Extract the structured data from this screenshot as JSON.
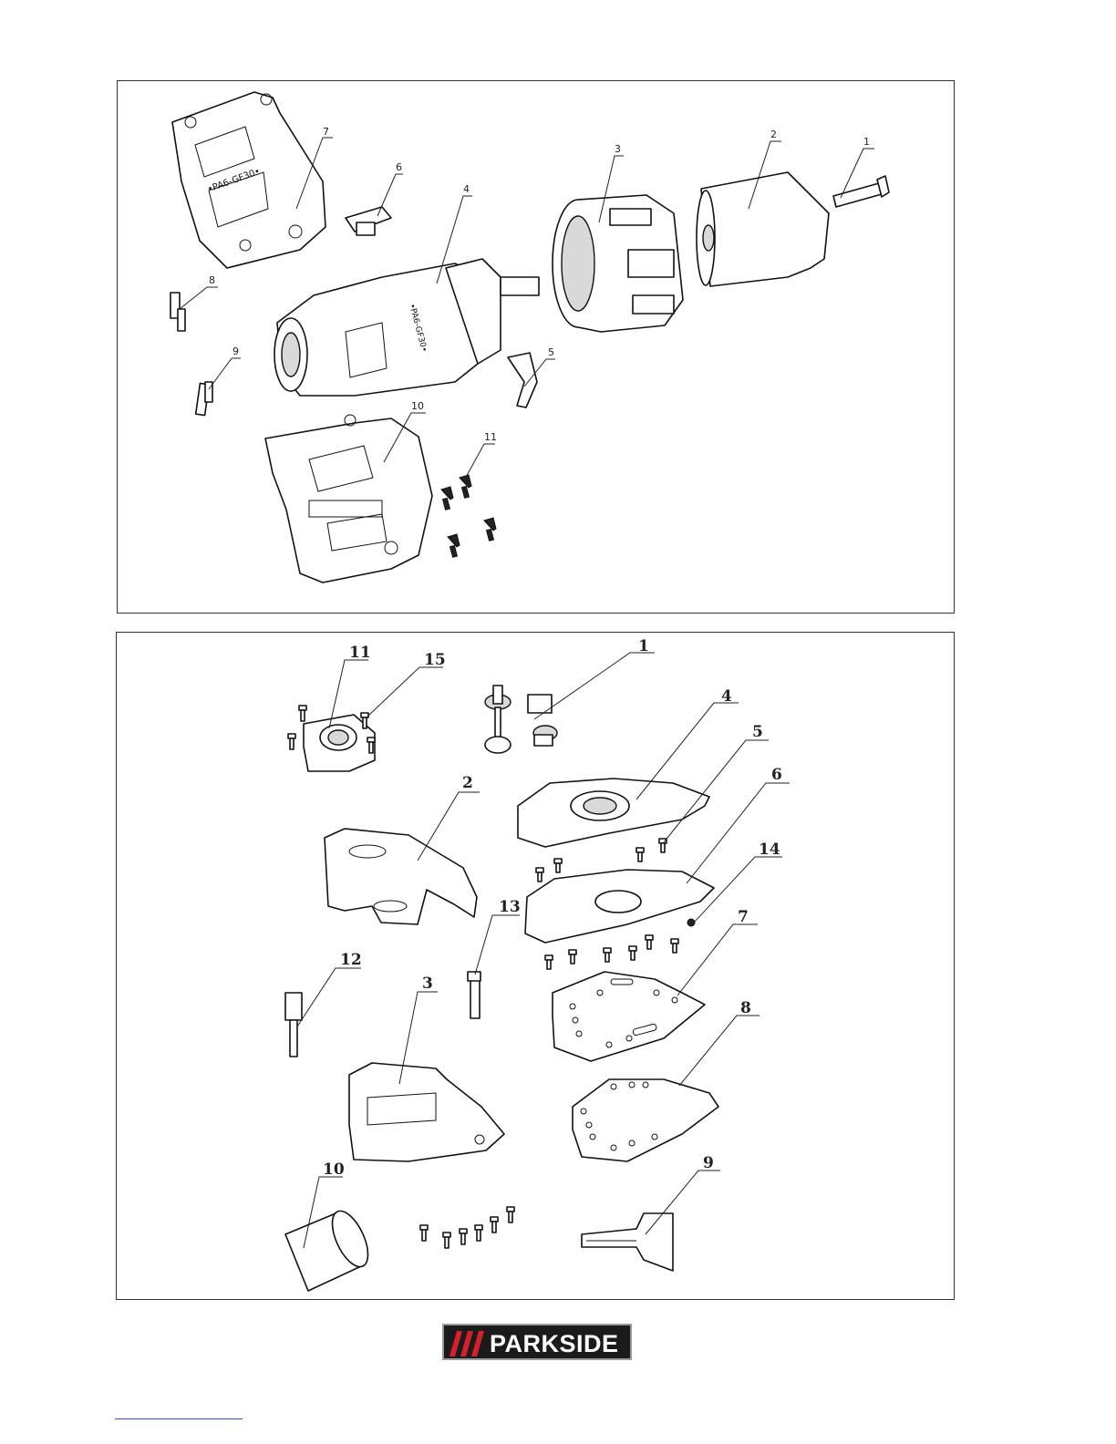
{
  "top_diagram": {
    "callouts": [
      "1",
      "2",
      "3",
      "4",
      "5",
      "6",
      "7",
      "8",
      "9",
      "10",
      "11"
    ]
  },
  "bottom_diagram": {
    "callouts": [
      "1",
      "2",
      "3",
      "4",
      "5",
      "6",
      "7",
      "8",
      "9",
      "10",
      "11",
      "12",
      "13",
      "14",
      "15"
    ]
  },
  "brand": {
    "name": "PARKSIDE",
    "accent_colors": {
      "stripes": "#d4202a",
      "background": "#1b1b1b",
      "text": "#ffffff"
    }
  },
  "icons": [
    "parkside-logo"
  ]
}
